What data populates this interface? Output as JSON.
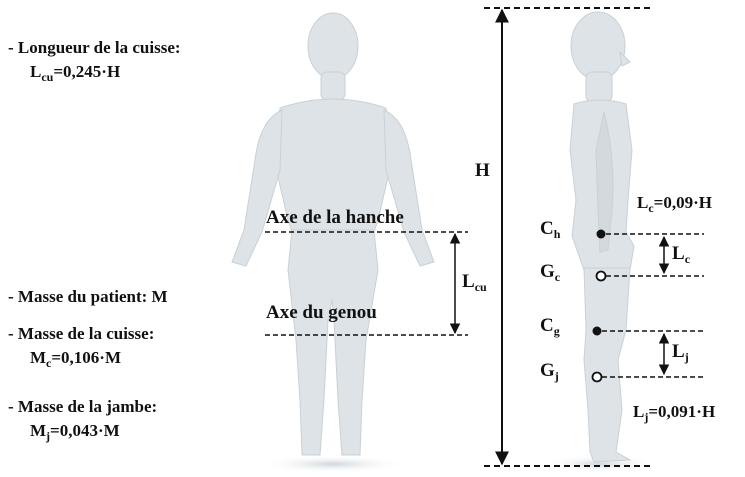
{
  "left_notes": {
    "thigh_length_title": "- Longueur de la cuisse:",
    "thigh_length_formula": {
      "sym": "L",
      "sub": "cu",
      "rest": "=0,245·H"
    },
    "patient_mass": "- Masse du patient: M",
    "thigh_mass_title": "- Masse de la cuisse:",
    "thigh_mass_formula": {
      "sym": "M",
      "sub": "c",
      "rest": "=0,106·M"
    },
    "leg_mass_title": "- Masse de la jambe:",
    "leg_mass_formula": {
      "sym": "M",
      "sub": "j",
      "rest": "=0,043·M"
    }
  },
  "front_view": {
    "hip_axis": "Axe de la hanche",
    "knee_axis": "Axe du genou",
    "thigh_length": {
      "sym": "L",
      "sub": "cu"
    }
  },
  "side_view": {
    "height": "H",
    "hip_center": {
      "sym": "C",
      "sub": "h"
    },
    "thigh_cg": {
      "sym": "G",
      "sub": "c"
    },
    "knee_center": {
      "sym": "C",
      "sub": "g"
    },
    "leg_cg": {
      "sym": "G",
      "sub": "j"
    },
    "thigh_cg_distance": {
      "sym": "L",
      "sub": "c"
    },
    "leg_cg_distance": {
      "sym": "L",
      "sub": "j"
    },
    "thigh_cg_formula": {
      "sym": "L",
      "sub": "c",
      "rest": "=0,09·H"
    },
    "leg_cg_formula": {
      "sym": "L",
      "sub": "j",
      "rest": "=0,091·H"
    }
  },
  "colors": {
    "body": "#dde3e7",
    "body_edge": "#c9d1d6",
    "ink": "#111111"
  }
}
